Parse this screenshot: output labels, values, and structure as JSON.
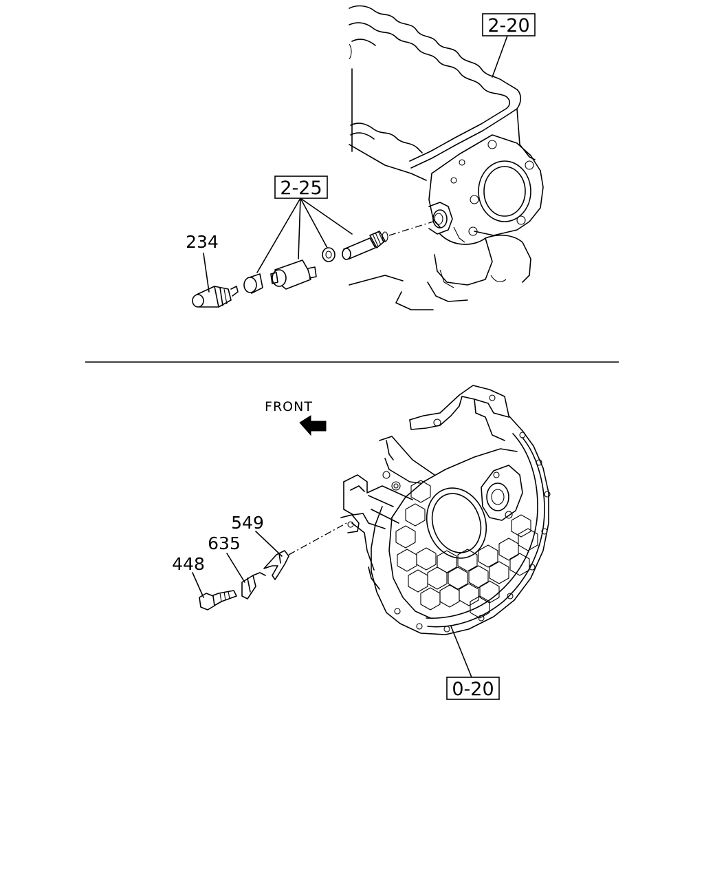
{
  "top_section": {
    "ref_box_2_20": "2-20",
    "ref_box_2_25": "2-25",
    "part_234": "234"
  },
  "bottom_section": {
    "front_label": "FRONT",
    "part_549": "549",
    "part_635": "635",
    "part_448": "448",
    "ref_box_0_20": "0-20"
  }
}
